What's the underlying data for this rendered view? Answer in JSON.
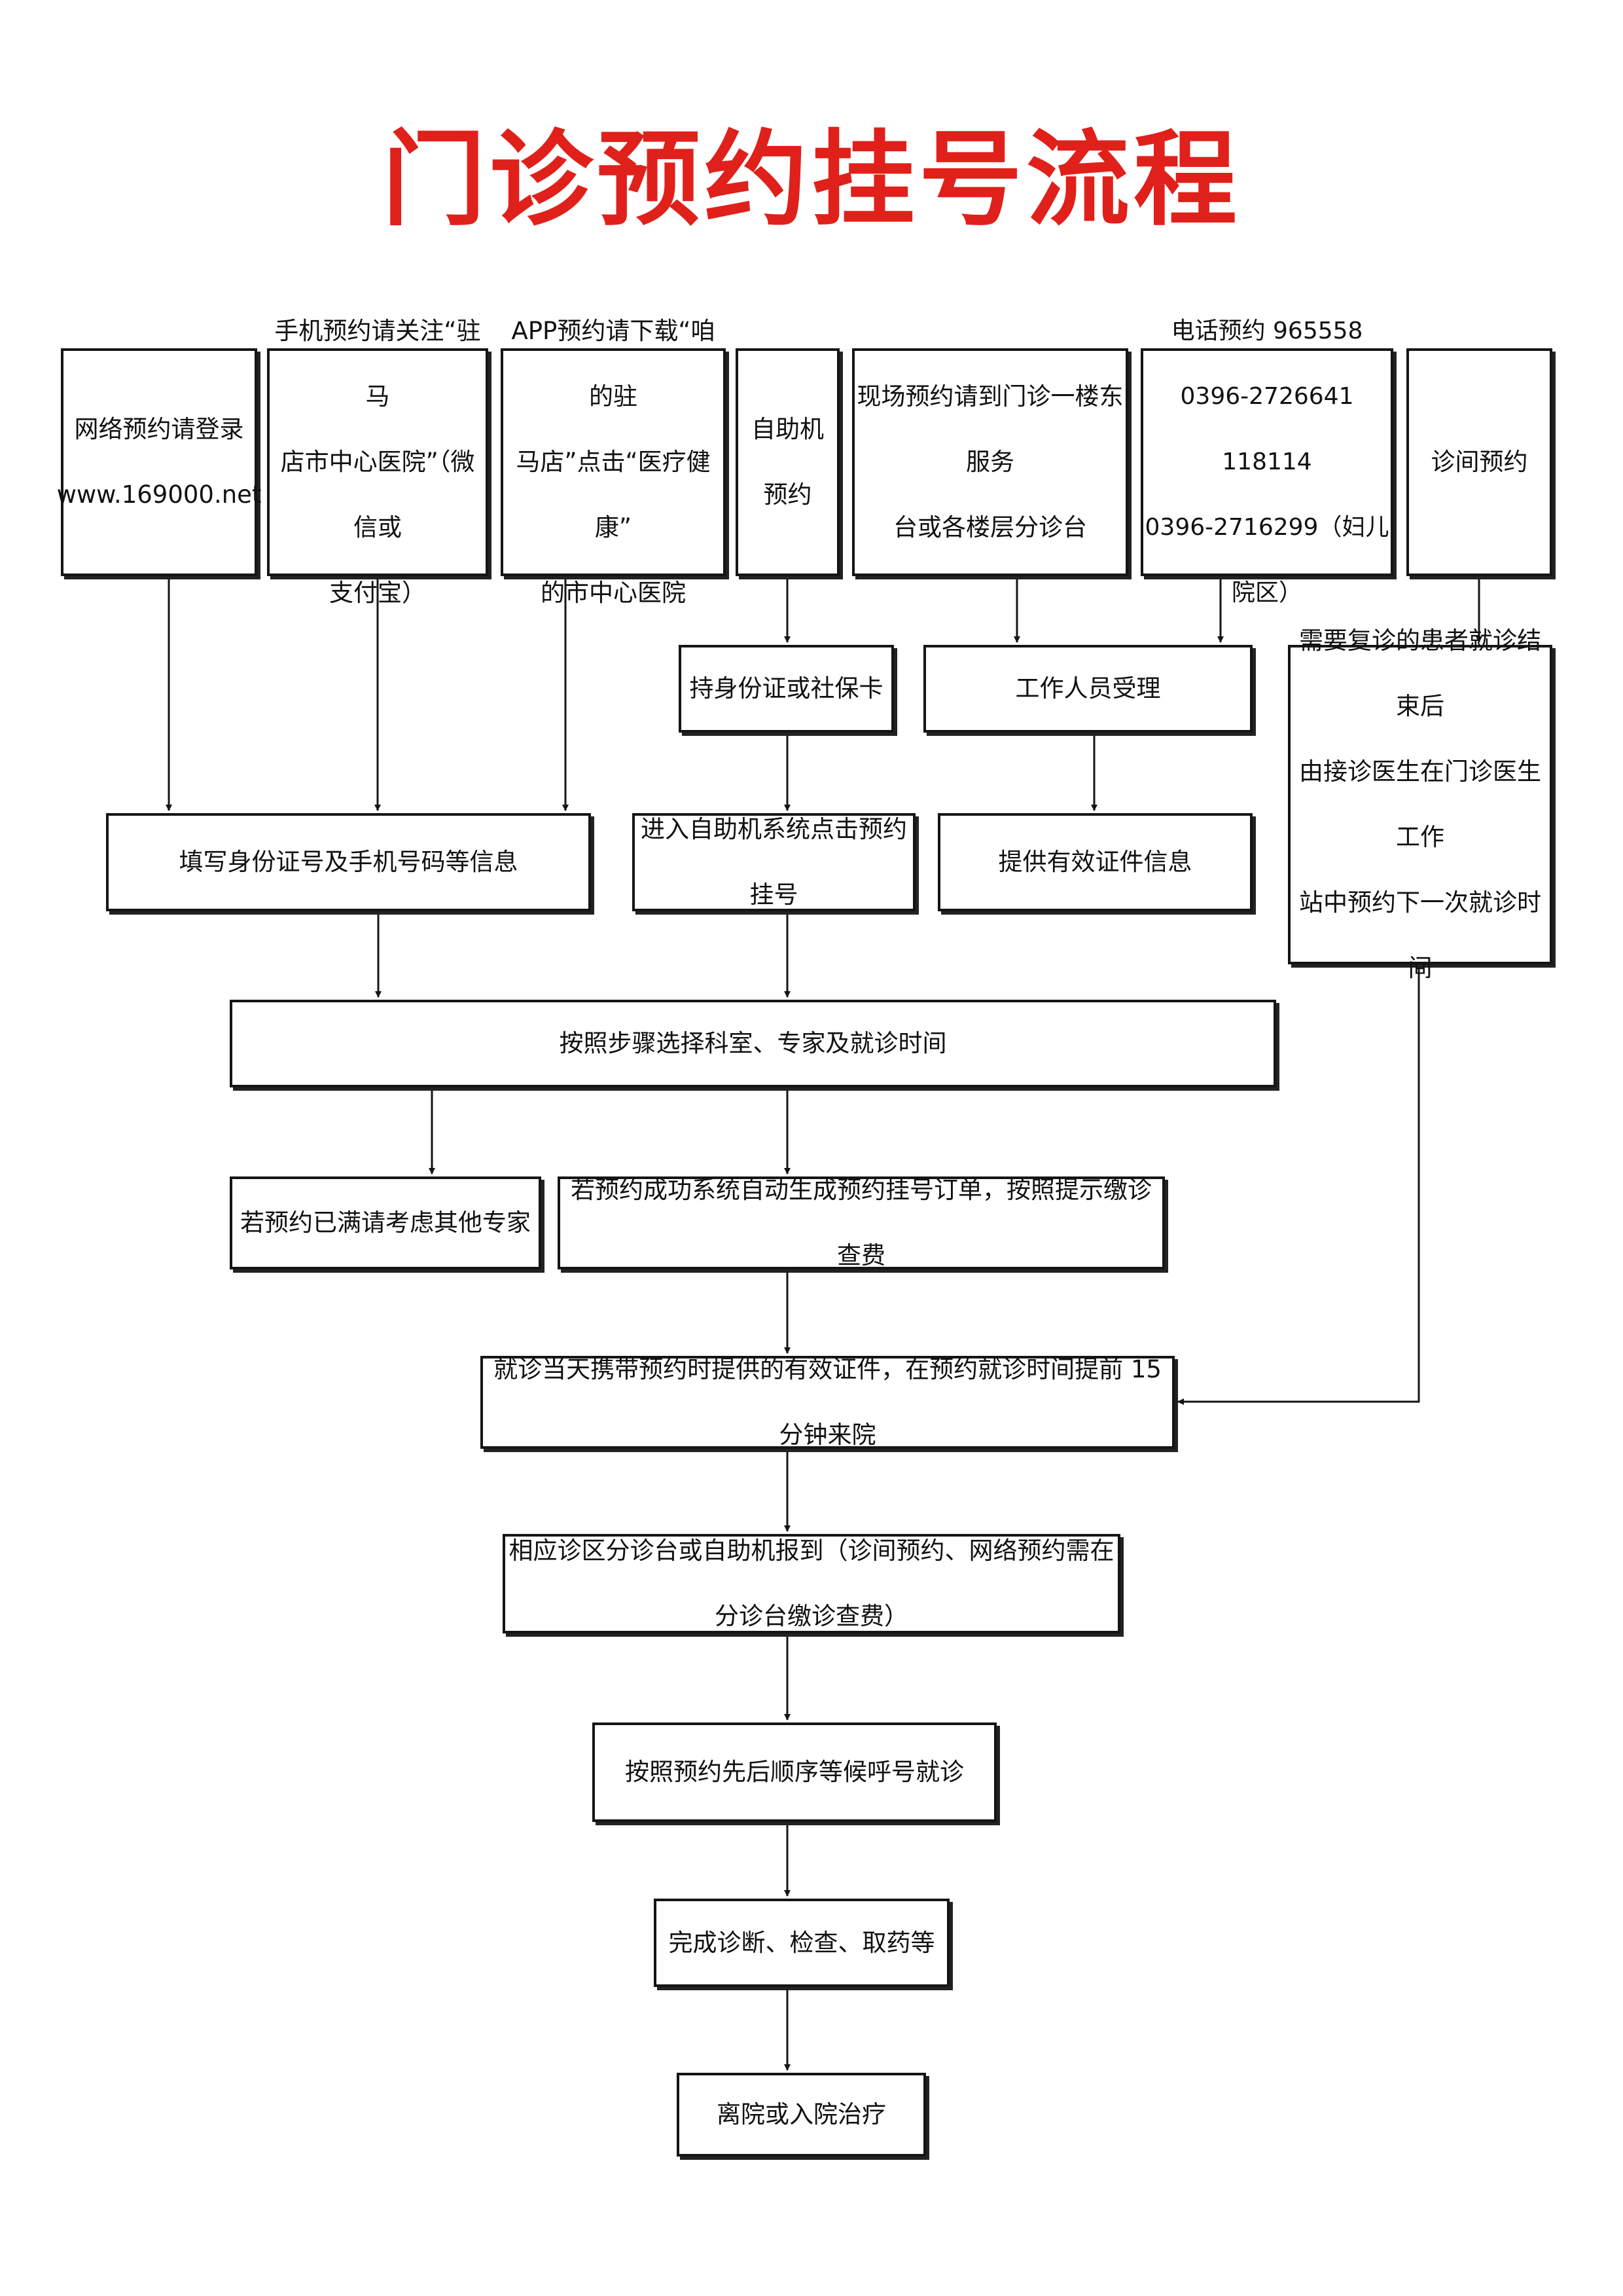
{
  "title": "门诊预约挂号流程",
  "nodes": {
    "web": "网络预约请登录\nwww.169000.net",
    "wechat": "手机预约请关注“驻马\n店市中心医院”（微信或\n支付宝）",
    "app": "APP预约请下载“咱的驻\n马店”点击“医疗健康”\n的市中心医院",
    "kiosk": "自助机\n预约",
    "onsite": "现场预约请到门诊一楼东服务\n台或各楼层分诊台",
    "phone": "电话预约 965558\n0396-2726641 118114\n0396-2716299（妇儿院区）",
    "clinic": "诊间预约",
    "idcard": "持身份证或社保卡",
    "staff": "工作人员受理",
    "followup": "需要复诊的患者就诊结束后\n由接诊医生在门诊医生工作\n站中预约下一次就诊时间",
    "fill": "填写身份证号及手机号码等信息",
    "kiosk_enter": "进入自助机系统点击预约挂号",
    "provide_id": "提供有效证件信息",
    "select": "按照步骤选择科室、专家及就诊时间",
    "full": "若预约已满请考虑其他专家",
    "success": "若预约成功系统自动生成预约挂号订单，按照提示缴诊查费",
    "visit_day": "就诊当天携带预约时提供的有效证件，在预约就诊时间提前 15 分钟来院",
    "checkin": "相应诊区分诊台或自助机报到（诊间预约、网络预约需在分诊台缴诊查费）",
    "wait": "按照预约先后顺序等候呼号就诊",
    "complete": "完成诊断、检查、取药等",
    "leave": "离院或入院治疗"
  },
  "colors": {
    "title": "#e0201a",
    "border": "#151515",
    "text": "#111111"
  }
}
